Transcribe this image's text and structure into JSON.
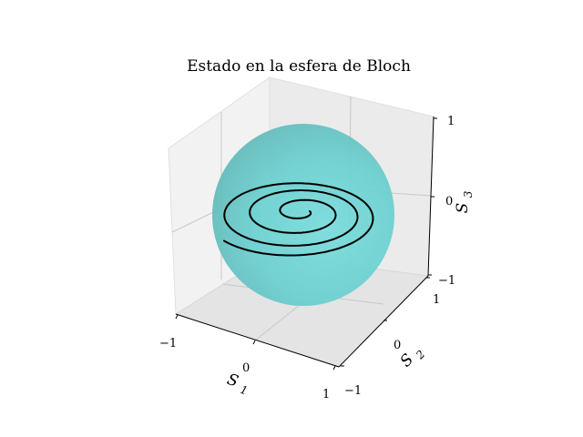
{
  "chart_data": {
    "type": "line",
    "projection": "3d",
    "title": "Estado en la esfera de Bloch",
    "xlabel": "S1",
    "ylabel": "S2",
    "zlabel": "S3",
    "xlim": [
      -1,
      1
    ],
    "ylim": [
      -1,
      1
    ],
    "zlim": [
      -1,
      1
    ],
    "x_ticks": [
      "−1",
      "0",
      "1"
    ],
    "y_ticks": [
      "−1",
      "0",
      "1"
    ],
    "z_ticks": [
      "−1",
      "0",
      "1"
    ],
    "grid": true,
    "surface": {
      "shape": "unit sphere",
      "color": "#5fcfcf",
      "alpha": 0.75
    },
    "series": [
      {
        "line_color": "#000000",
        "description_points": "spiral trajectory on the sphere surface, winding from the pole outward"
      }
    ],
    "spiral": {
      "turns": 3.4,
      "theta_start_deg": 4,
      "theta_end_deg": 68
    }
  }
}
